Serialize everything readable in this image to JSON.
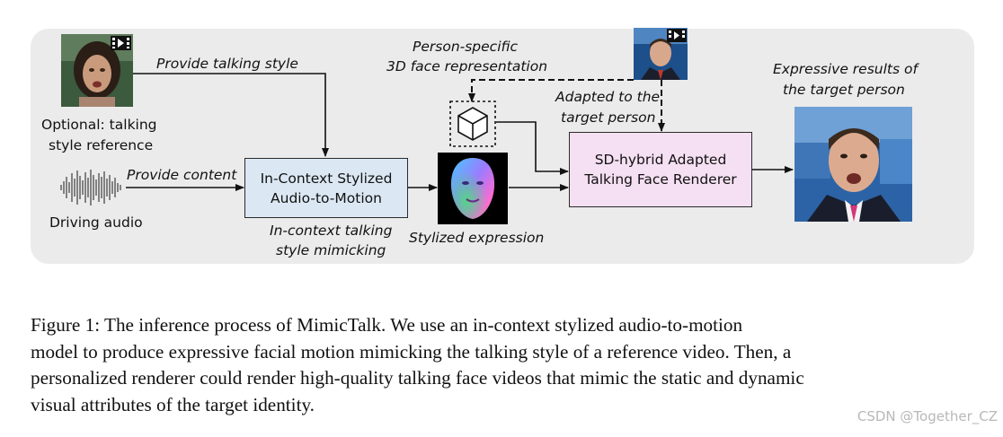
{
  "diagram": {
    "labels": {
      "provide_style": "Provide talking style",
      "optional_ref_line1": "Optional: talking",
      "optional_ref_line2": "style reference",
      "provide_content": "Provide content",
      "driving_audio": "Driving audio",
      "person_specific_line1": "Person-specific",
      "person_specific_line2": "3D face representation",
      "adapted_line1": "Adapted to the",
      "adapted_line2": "target person",
      "mimicking_line1": "In-context talking",
      "mimicking_line2": "style mimicking",
      "stylized_expression": "Stylized expression",
      "results_line1": "Expressive results of",
      "results_line2": "the target person"
    },
    "box_motion": {
      "line1": "In-Context Stylized",
      "line2": "Audio-to-Motion"
    },
    "box_renderer": {
      "line1": "SD-hybrid Adapted",
      "line2": "Talking Face Renderer"
    }
  },
  "caption": {
    "line1": "Figure 1: The inference process of MimicTalk. We use an in-context stylized audio-to-motion",
    "line2": "model to produce expressive facial motion mimicking the talking style of a reference video. Then, a",
    "line3": "personalized renderer could render high-quality talking face videos that mimic the static and dynamic",
    "line4": "visual attributes of the target identity."
  },
  "watermark": "CSDN @Together_CZ",
  "colors": {
    "panel": "#ebebeb",
    "motion_box": "#dbe8f4",
    "renderer_box": "#f5dff2",
    "arrow": "#111111"
  }
}
